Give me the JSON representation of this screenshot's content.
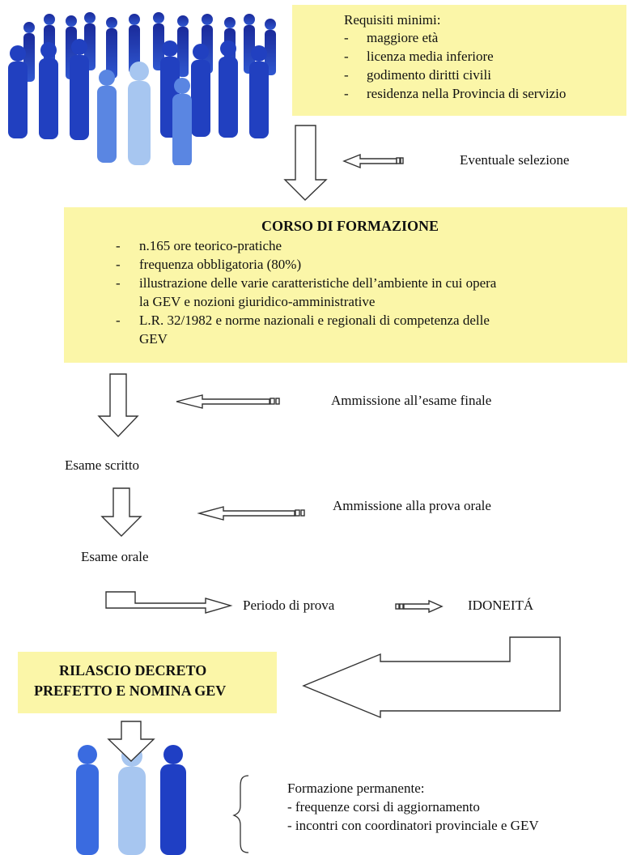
{
  "requirements": {
    "title": "Requisiti minimi:",
    "items": [
      "maggiore età",
      "licenza media inferiore",
      "godimento diritti civili",
      "residenza nella Provincia di servizio"
    ]
  },
  "selection_label": "Eventuale selezione",
  "course": {
    "title": "CORSO DI FORMAZIONE",
    "items": [
      "n.165 ore teorico-pratiche",
      "frequenza obbligatoria (80%)",
      "illustrazione delle varie caratteristiche dell’ambiente in cui opera",
      "la GEV e nozioni giuridico-amministrative",
      "L.R. 32/1982 e norme nazionali e regionali di competenza delle",
      "GEV"
    ]
  },
  "admission_final": "Ammissione all’esame finale",
  "written_exam": "Esame scritto",
  "admission_oral": "Ammissione alla prova orale",
  "oral_exam": "Esame orale",
  "trial_period": "Periodo di prova",
  "suitability": "IDONEITÁ",
  "decree": {
    "line1": "RILASCIO DECRETO",
    "line2": "PREFETTO E NOMINA GEV"
  },
  "training": {
    "title": "Formazione permanente:",
    "items": [
      "- frequenze corsi di aggiornamento",
      "- incontri con coordinatori provinciale e GEV"
    ]
  },
  "colors": {
    "box_fill": "#fbf6a8",
    "people_dark": "#1c2fa0",
    "people_mid": "#3a63d8",
    "people_light": "#9cc0ee"
  }
}
